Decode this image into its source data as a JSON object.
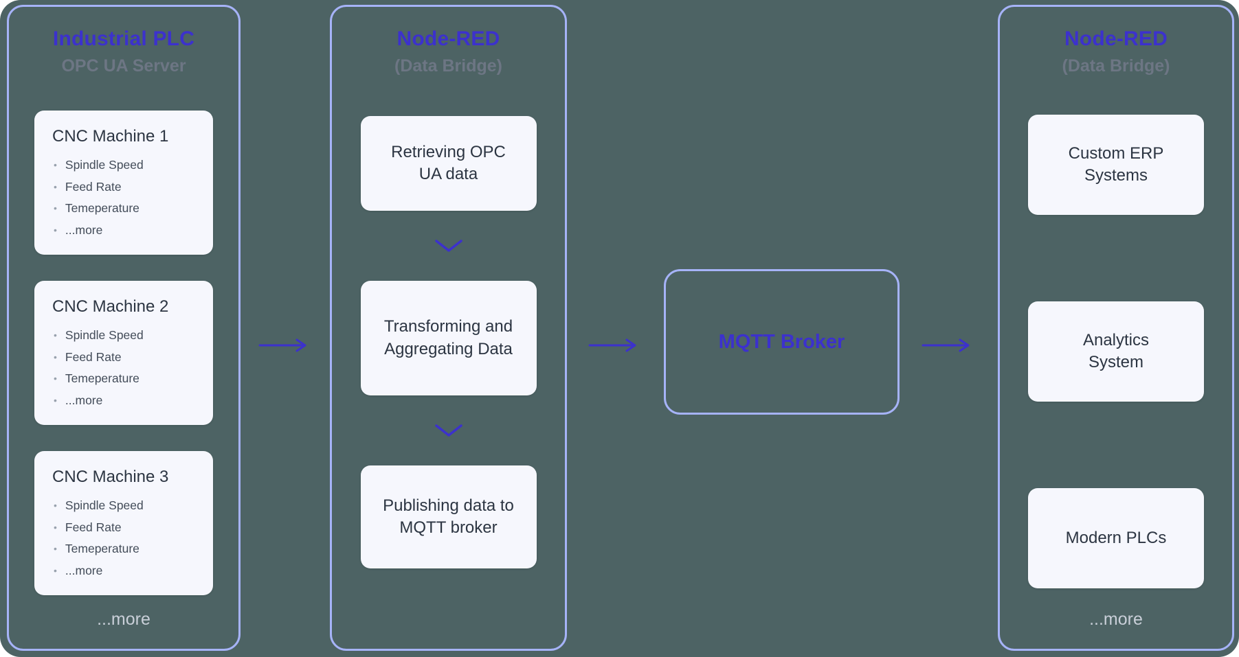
{
  "colors": {
    "background": "#4d6364",
    "accent": "#3c31cd",
    "panel_border": "#a6b3f8",
    "card_background": "#f6f7fd",
    "subtitle_gray": "#6d7684",
    "footer_gray": "#c9cfd8"
  },
  "plc": {
    "title": "Industrial PLC",
    "subtitle": "OPC UA Server",
    "machines": [
      {
        "title": "CNC Machine 1",
        "items": [
          "Spindle Speed",
          "Feed Rate",
          "Temeperature",
          "...more"
        ]
      },
      {
        "title": "CNC Machine 2",
        "items": [
          "Spindle Speed",
          "Feed Rate",
          "Temeperature",
          "...more"
        ]
      },
      {
        "title": "CNC Machine 3",
        "items": [
          "Spindle Speed",
          "Feed Rate",
          "Temeperature",
          "...more"
        ]
      }
    ],
    "footer": "...more"
  },
  "bridge": {
    "title": "Node-RED",
    "subtitle": "(Data Bridge)",
    "steps": [
      "Retrieving OPC UA data",
      "Transforming and Aggregating Data",
      "Publishing data to MQTT broker"
    ]
  },
  "broker": {
    "label": "MQTT Broker"
  },
  "consumers": {
    "title": "Node-RED",
    "subtitle": "(Data Bridge)",
    "systems": [
      "Custom ERP Systems",
      "Analytics System",
      "Modern PLCs"
    ],
    "footer": "...more"
  }
}
